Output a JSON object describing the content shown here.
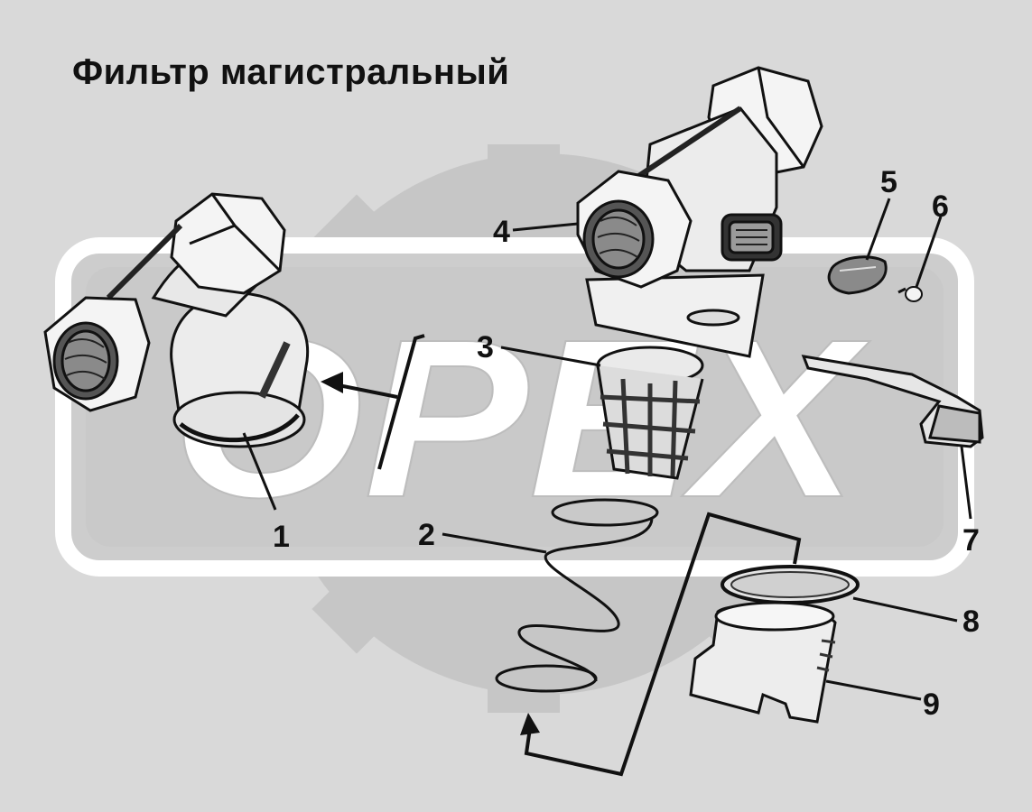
{
  "title": "Фильтр магистральный",
  "watermark": {
    "text": "OPEX"
  },
  "callouts": [
    "1",
    "2",
    "3",
    "4",
    "5",
    "6",
    "7",
    "8",
    "9"
  ],
  "colors": {
    "background": "#d9d9d9",
    "watermark_gear": "#c4c4c4",
    "watermark_frame": "#cfcfcf",
    "watermark_letters": "#ffffff",
    "ink": "#111111",
    "part_fill": "#f2f2f2",
    "part_shade": "#a8a8a8"
  }
}
